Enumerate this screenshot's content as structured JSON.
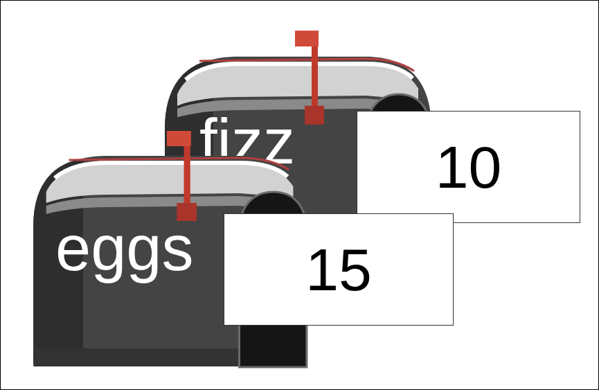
{
  "diagram": {
    "nodes": [
      {
        "text": [
          "fizz"
        ]
      },
      {
        "text": [
          "10"
        ]
      },
      {
        "text": [
          "eggs"
        ]
      },
      {
        "text": [
          "15"
        ]
      }
    ]
  }
}
